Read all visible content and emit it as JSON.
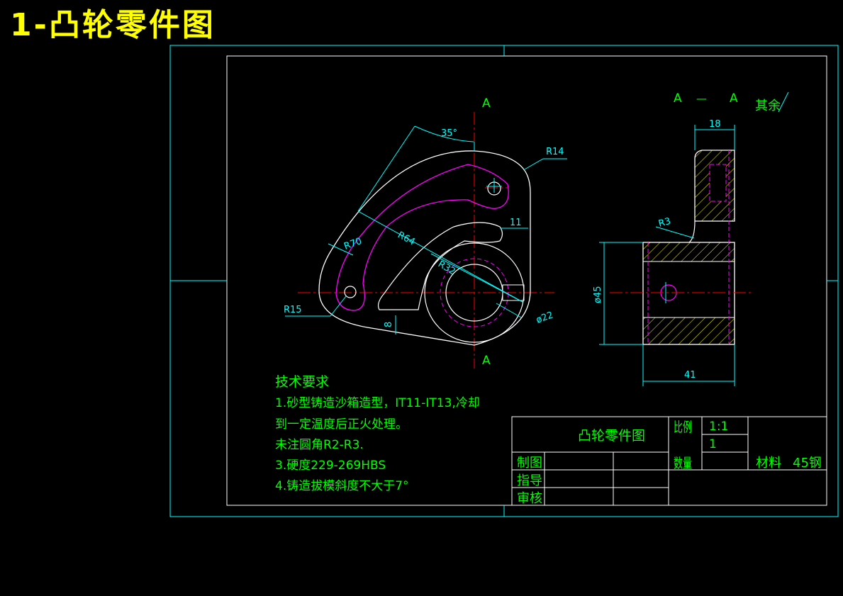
{
  "page_title": "1-凸轮零件图",
  "colors": {
    "background": "#000000",
    "title": "#ffff00",
    "frame": "#00ffff",
    "outline": "#ffffff",
    "hidden_lines": "#ff00ff",
    "center_lines": "#ff0000",
    "text": "#00ff00",
    "dimensions": "#00ffff"
  },
  "views": {
    "section_label_top": "A",
    "section_label_bottom": "A",
    "section_title_left": "A",
    "section_title_dash": "—",
    "section_title_right": "A",
    "roughness_note": "其余"
  },
  "dimensions": {
    "angle": "35°",
    "r14": "R14",
    "r64": "R64",
    "r70": "R70",
    "r32": "R32",
    "r15": "R15",
    "d22": "ø22",
    "d11": "11",
    "d8": "8",
    "w18": "18",
    "r3": "R3",
    "d45": "ø45",
    "w41": "41"
  },
  "tech_requirements": {
    "title": "技术要求",
    "line1": "1.砂型铸造沙箱造型，IT11-IT13,冷却",
    "line2": "到一定温度后正火处理。",
    "line3": "未注圆角R2-R3.",
    "line4": "3.硬度229-269HBS",
    "line5": "4.铸造拔模斜度不大于7°"
  },
  "title_block": {
    "part_name": "凸轮零件图",
    "scale_label": "比例",
    "scale_value": "1:1",
    "quantity_label": "数量",
    "quantity_value": "1",
    "material_label": "材料",
    "material_value": "45钢",
    "drawn_by": "制图",
    "guided_by": "指导",
    "reviewed_by": "审核"
  }
}
